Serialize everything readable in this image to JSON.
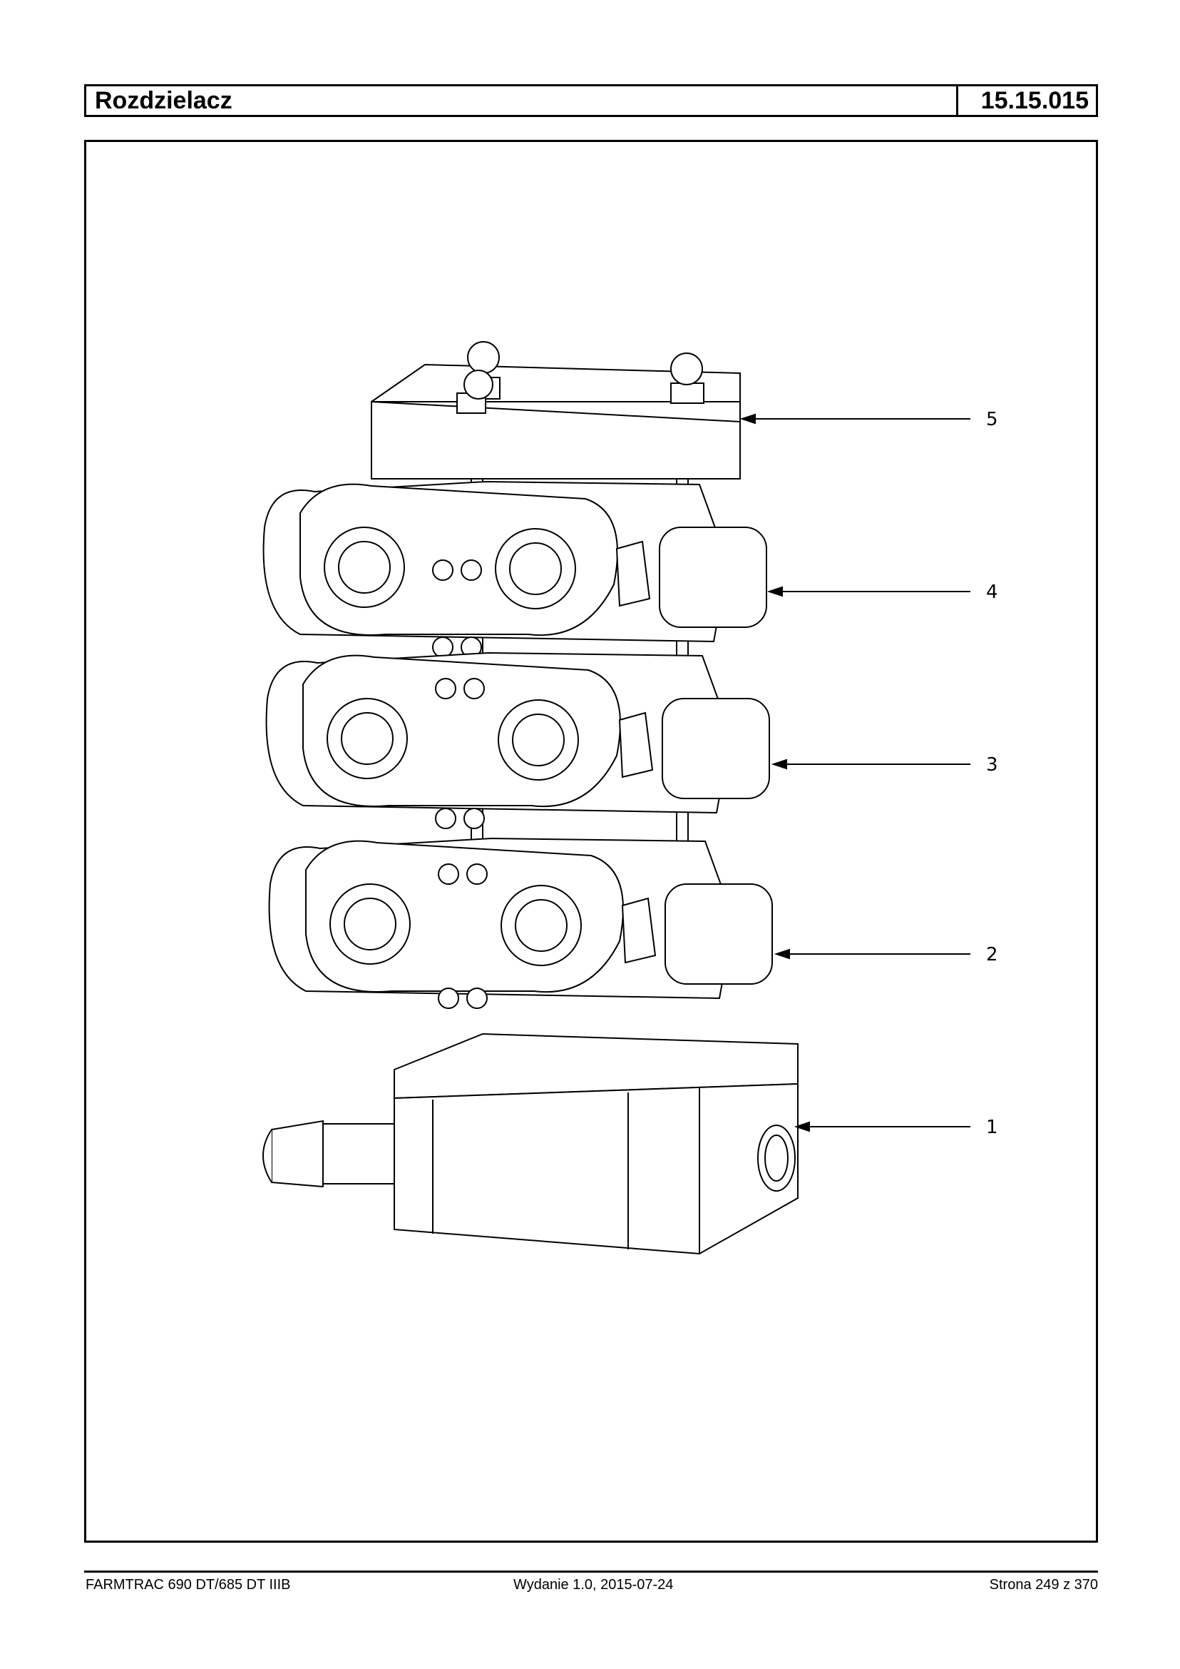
{
  "header": {
    "title": "Rozdzielacz",
    "code": "15.15.015"
  },
  "callouts": [
    "1",
    "2",
    "3",
    "4",
    "5"
  ],
  "footer": {
    "model": "FARMTRAC 690 DT/685 DT IIIB",
    "edition": "Wydanie 1.0,  2015-07-24",
    "page": "Strona 249 z 370"
  }
}
